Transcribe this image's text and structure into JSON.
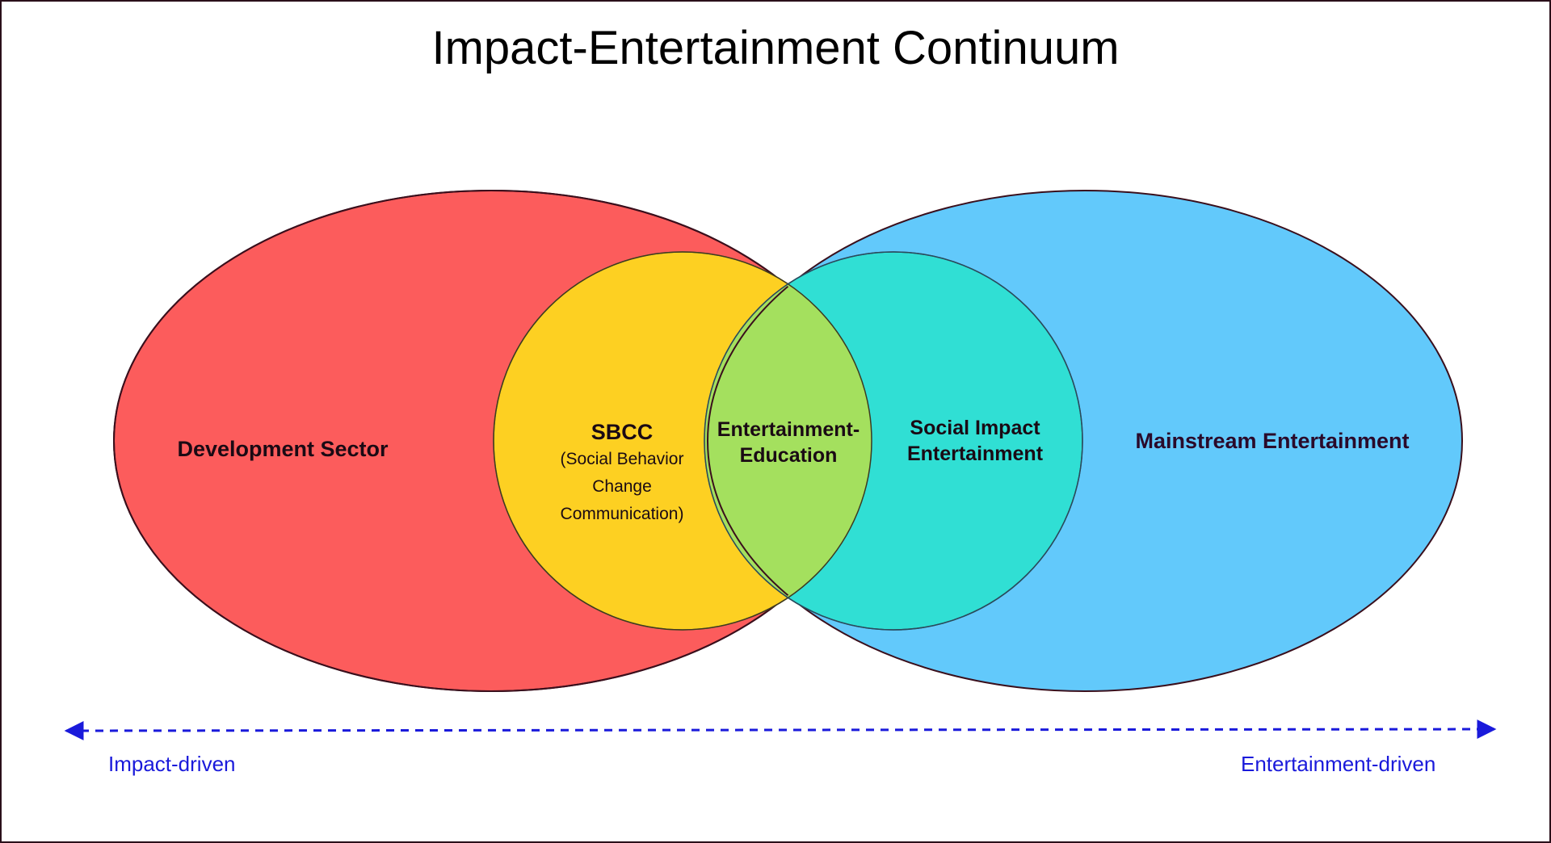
{
  "title": "Impact-Entertainment Continuum",
  "regions": {
    "development_sector": {
      "label": "Development Sector",
      "color": "#fc5c5c"
    },
    "sbcc": {
      "label": "SBCC",
      "sub_line1": "(Social Behavior",
      "sub_line2": "Change",
      "sub_line3": "Communication)",
      "color": "#fdd022"
    },
    "entertainment_education": {
      "line1": "Entertainment-",
      "line2": "Education",
      "color": "#a4e05e"
    },
    "social_impact_entertainment": {
      "line1": "Social Impact",
      "line2": "Entertainment",
      "color": "#30dfd4"
    },
    "mainstream_entertainment": {
      "label": "Mainstream Entertainment",
      "color": "#62c9fb"
    }
  },
  "axis": {
    "left_label": "Impact-driven",
    "right_label": "Entertainment-driven",
    "color": "#1a1adb"
  }
}
